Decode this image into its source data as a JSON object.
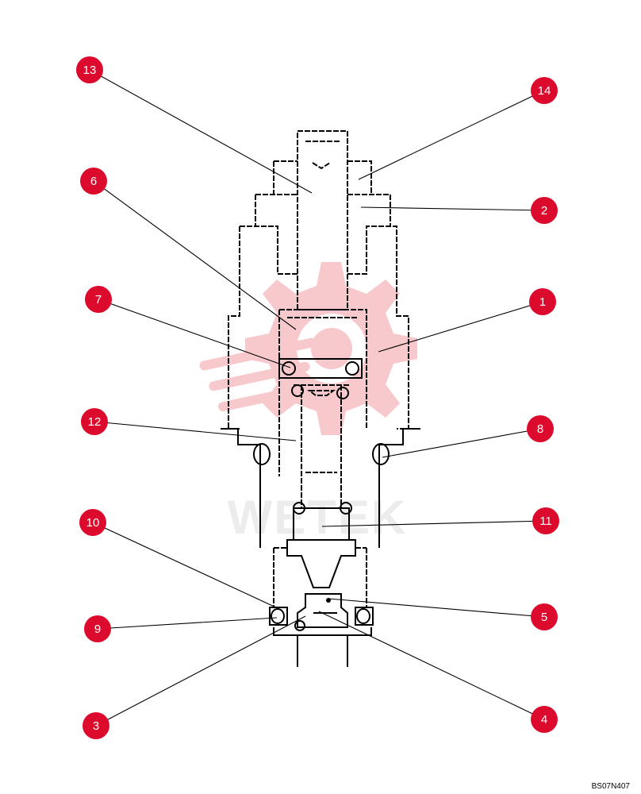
{
  "diagram": {
    "reference_code": "BS07N407",
    "watermark_text": "WETEK",
    "colors": {
      "callout": "#dc0a2c",
      "watermark": "#f7c9cd",
      "line": "#000000"
    },
    "callouts": [
      {
        "id": "13",
        "label": "13"
      },
      {
        "id": "14",
        "label": "14"
      },
      {
        "id": "6",
        "label": "6"
      },
      {
        "id": "2",
        "label": "2"
      },
      {
        "id": "7",
        "label": "7"
      },
      {
        "id": "1",
        "label": "1"
      },
      {
        "id": "12",
        "label": "12"
      },
      {
        "id": "8",
        "label": "8"
      },
      {
        "id": "10",
        "label": "10"
      },
      {
        "id": "11",
        "label": "11"
      },
      {
        "id": "9",
        "label": "9"
      },
      {
        "id": "5",
        "label": "5"
      },
      {
        "id": "3",
        "label": "3"
      },
      {
        "id": "4",
        "label": "4"
      }
    ]
  }
}
